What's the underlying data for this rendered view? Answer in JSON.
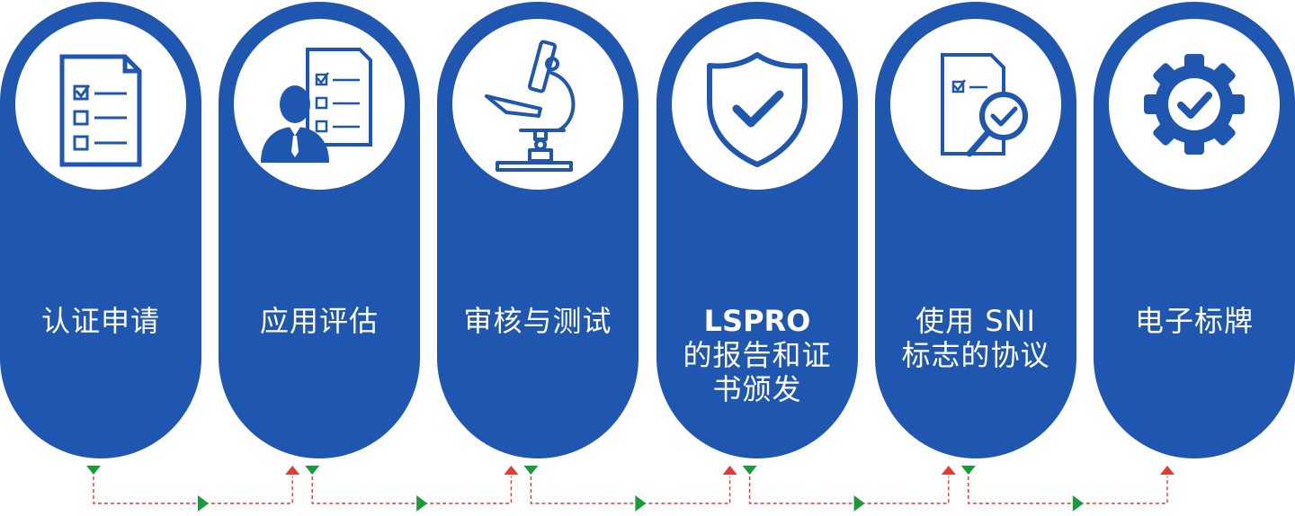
{
  "steps": [
    {
      "icon": "checklist-document-icon",
      "lines": [
        "认证申请"
      ]
    },
    {
      "icon": "person-with-checklist-icon",
      "lines": [
        "应用评估"
      ]
    },
    {
      "icon": "microscope-icon",
      "lines": [
        "审核与测试"
      ]
    },
    {
      "icon": "shield-check-icon",
      "lines": [
        "LSPRO",
        "的报告和证",
        "书颁发"
      ]
    },
    {
      "icon": "document-magnifier-check-icon",
      "lines": [
        "使用 SNI",
        "标志的协议"
      ]
    },
    {
      "icon": "gear-check-icon",
      "lines": [
        "电子标牌"
      ]
    }
  ],
  "colors": {
    "pill": "#1f56b0",
    "icon_fill": "#1f56b0",
    "label_text": "#ffffff",
    "connector": "#e53935",
    "arrow_forward": "#1a9a3a",
    "arrow_back": "#e53935",
    "arrow_down": "#1a9a3a"
  }
}
